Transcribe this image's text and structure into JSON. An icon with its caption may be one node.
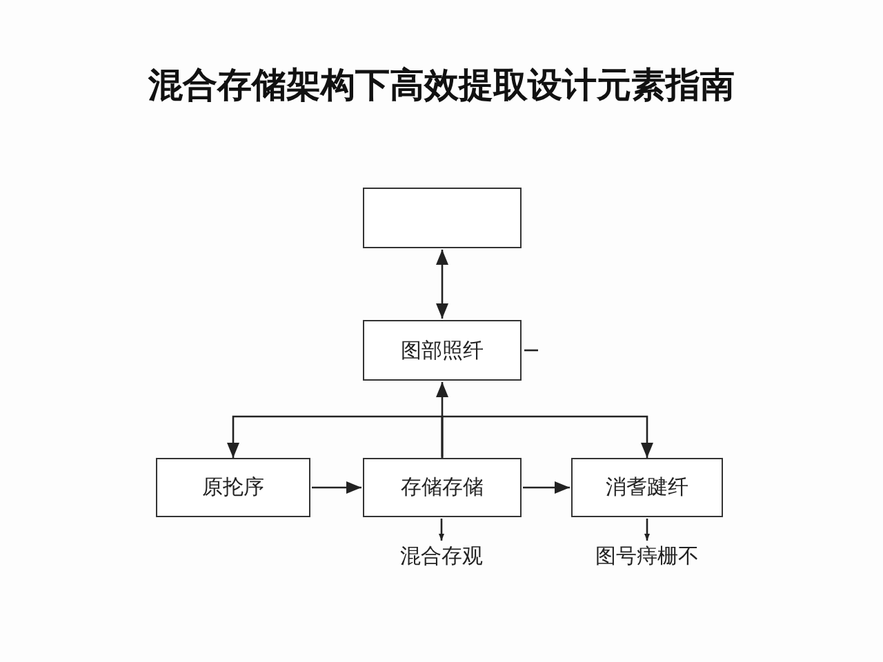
{
  "diagram": {
    "title": "混合存储架构下高效提取设计元素指南",
    "nodes": [
      {
        "text": [],
        "shape": "box"
      },
      {
        "text": [
          "图部照纤"
        ]
      },
      {
        "text": [
          "原抡序"
        ]
      },
      {
        "text": [
          "存储存储"
        ]
      },
      {
        "text": [
          "消耆踺纤"
        ]
      },
      {
        "text": [
          "混合存观"
        ]
      },
      {
        "text": [
          "图号痔栅不"
        ]
      }
    ],
    "edges": [
      {
        "from": 0,
        "to": 1,
        "arrow": "both"
      },
      {
        "from": 1,
        "to": null,
        "arrow": "none"
      },
      {
        "from": 3,
        "to": 1,
        "arrow": "to"
      },
      {
        "from": 3,
        "to": 2,
        "arrow": "to"
      },
      {
        "from": 3,
        "to": 4,
        "arrow": "to"
      },
      {
        "from": 2,
        "to": 3,
        "arrow": "to"
      },
      {
        "from": 3,
        "to": 4,
        "arrow": "to"
      },
      {
        "from": 3,
        "to": 5,
        "arrow": "to"
      },
      {
        "from": 4,
        "to": 6,
        "arrow": "to"
      }
    ]
  }
}
